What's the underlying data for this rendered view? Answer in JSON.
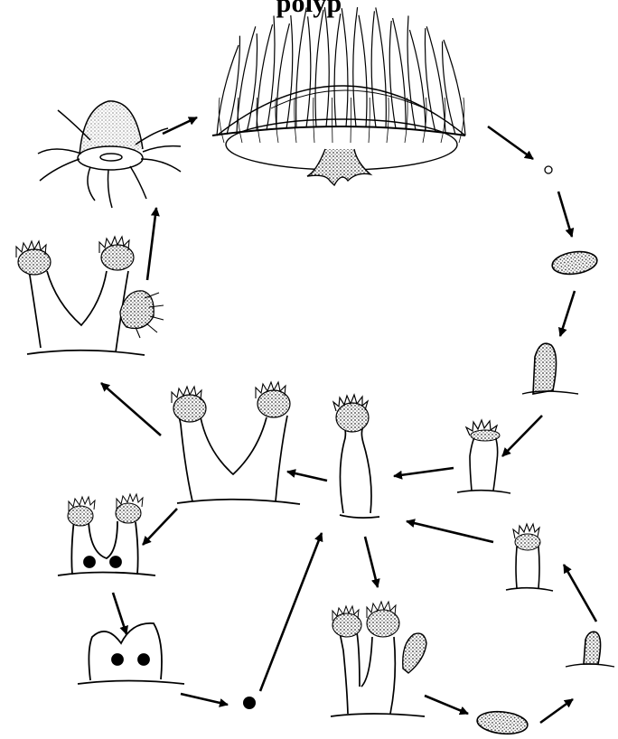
{
  "figure": {
    "title_fragment": "polyp",
    "ink_color": "#000000",
    "stipple_color": "#555555",
    "background": "#ffffff"
  },
  "stages": [
    {
      "name": "adult-medusa",
      "icon": "jellyfish-with-long-tentacles"
    },
    {
      "name": "egg",
      "icon": "small-dot"
    },
    {
      "name": "planula-larva",
      "icon": "stippled-oval"
    },
    {
      "name": "settled-planula",
      "icon": "stippled-stalk"
    },
    {
      "name": "young-polyp",
      "icon": "small-polyp"
    },
    {
      "name": "polyp",
      "icon": "tall-polyp"
    },
    {
      "name": "budding-polyp-pair",
      "icon": "v-shaped-polyp"
    },
    {
      "name": "polyp-with-medusa-bud",
      "icon": "v-polyp-with-bud"
    },
    {
      "name": "young-medusa",
      "icon": "small-jellyfish"
    },
    {
      "name": "podocyst-polyp",
      "icon": "double-polyp-with-cysts"
    },
    {
      "name": "podocyst-base",
      "icon": "stump-with-cysts"
    },
    {
      "name": "podocyst",
      "icon": "dark-dot"
    },
    {
      "name": "polyp-with-frustule",
      "icon": "polyp-cluster"
    },
    {
      "name": "frustule",
      "icon": "stippled-oval"
    },
    {
      "name": "settled-frustule",
      "icon": "stippled-stalk"
    },
    {
      "name": "regenerating-polyp",
      "icon": "small-polyp"
    }
  ]
}
